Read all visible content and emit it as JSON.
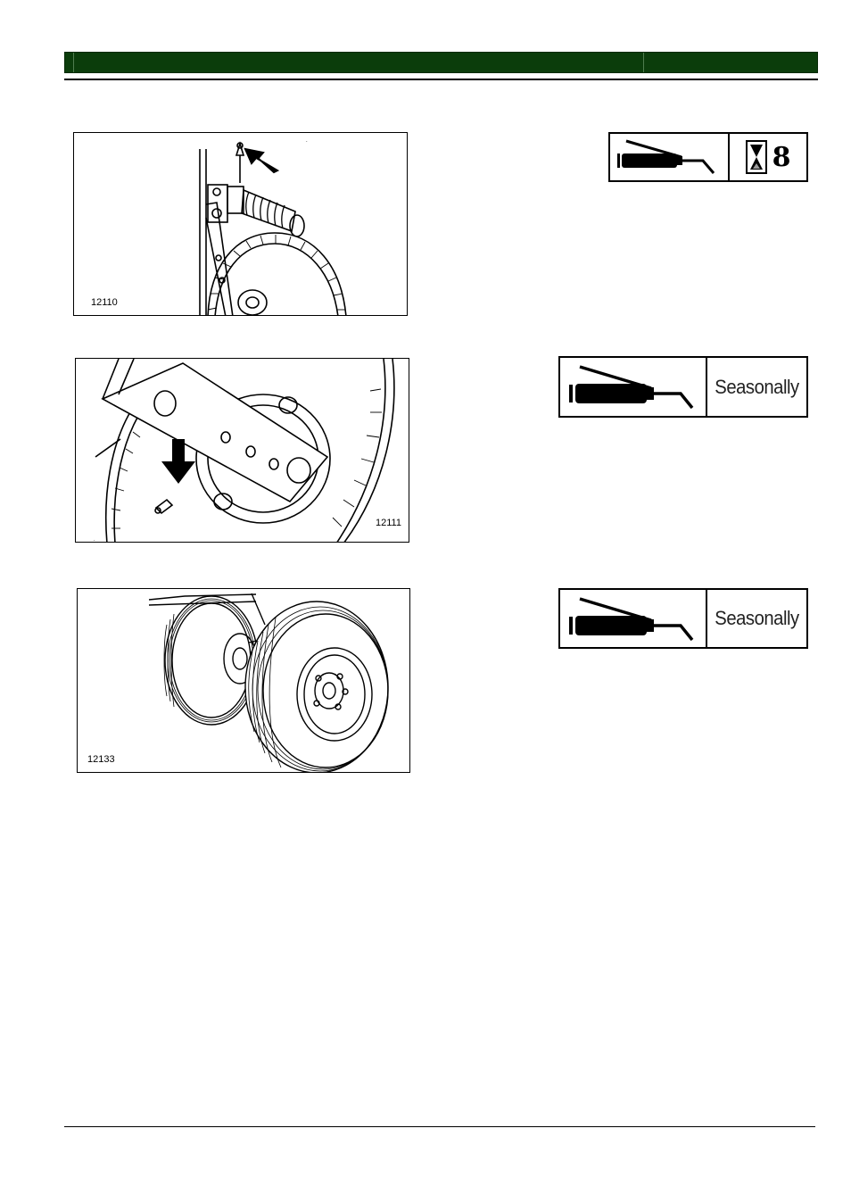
{
  "figures": [
    {
      "code": "12110"
    },
    {
      "code": "12111"
    },
    {
      "code": "12133"
    }
  ],
  "lubrication": [
    {
      "interval": "8",
      "icons": [
        "grease-gun-icon",
        "hourglass-icon"
      ]
    },
    {
      "interval": "Seasonally",
      "icons": [
        "grease-gun-icon"
      ]
    },
    {
      "interval": "Seasonally",
      "icons": [
        "grease-gun-icon"
      ]
    }
  ],
  "colors": {
    "header": "#0b3d0b",
    "rule": "#000000"
  }
}
